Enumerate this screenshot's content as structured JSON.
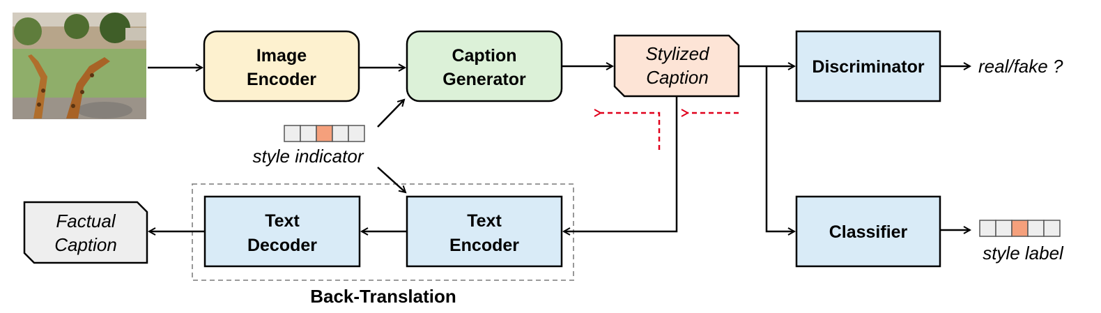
{
  "nodes": {
    "image_encoder": {
      "line1": "Image",
      "line2": "Encoder"
    },
    "caption_generator": {
      "line1": "Caption",
      "line2": "Generator"
    },
    "stylized_caption": {
      "line1": "Stylized",
      "line2": "Caption"
    },
    "discriminator": {
      "label": "Discriminator"
    },
    "classifier": {
      "label": "Classifier"
    },
    "text_encoder": {
      "line1": "Text",
      "line2": "Encoder"
    },
    "text_decoder": {
      "line1": "Text",
      "line2": "Decoder"
    },
    "factual_caption": {
      "line1": "Factual",
      "line2": "Caption"
    }
  },
  "labels": {
    "real_fake": "real/fake ?",
    "style_indicator": "style indicator",
    "style_label": "style label",
    "back_translation": "Back-Translation"
  },
  "colors": {
    "image_encoder_fill": "#fdf1cf",
    "caption_generator_fill": "#dcf1d8",
    "stylized_caption_fill": "#fde4d6",
    "blue_box_fill": "#d9ebf7",
    "factual_caption_fill": "#eeeeee",
    "vector_cell": "#eeeeee",
    "vector_highlight": "#f5a07c",
    "gradient_arrow": "#e0001b"
  },
  "style_vector": {
    "cells": 5,
    "highlight_index": 2
  },
  "icons": {
    "photo": "giraffes-photo"
  }
}
